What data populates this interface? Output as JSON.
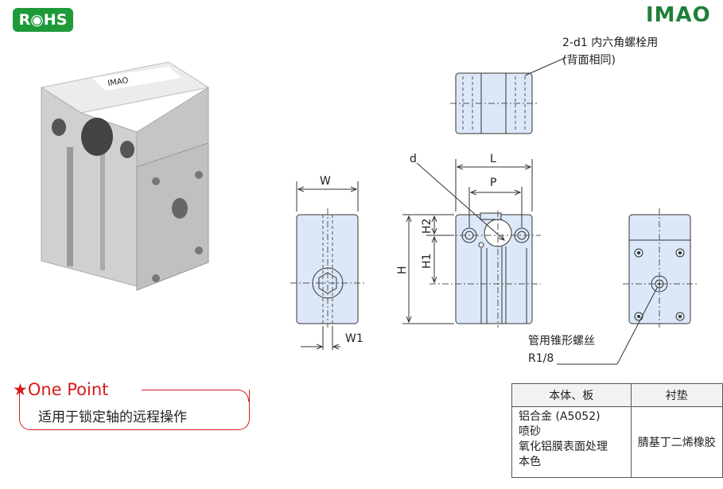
{
  "logos": {
    "rohs": "R◉HS",
    "brand": "IMAO"
  },
  "product_label": "IMAO",
  "labels": {
    "bolt_note_line1": "2-d1 内六角螺栓用",
    "bolt_note_line2": "(背面相同)",
    "W": "W",
    "W1": "W1",
    "d": "d",
    "L": "L",
    "P": "P",
    "H": "H",
    "H1": "H1",
    "H2": "H2",
    "thread_note_line1": "管用锥形螺丝",
    "thread_note_line2": "R1/8"
  },
  "one_point": {
    "title": "★One Point",
    "text": "适用于锁定轴的远程操作"
  },
  "materials_table": {
    "headers": [
      "本体、板",
      "衬垫"
    ],
    "body_lines": [
      "铝合金 (A5052)",
      "喷砂",
      "氧化铝膜表面处理",
      "本色"
    ],
    "pad": "腈基丁二烯橡胶"
  },
  "colors": {
    "rohs_green": "#1f9a3a",
    "brand_green": "#1f7f3a",
    "accent_red": "#d81b1b",
    "part_blue": "#dce8f7"
  }
}
